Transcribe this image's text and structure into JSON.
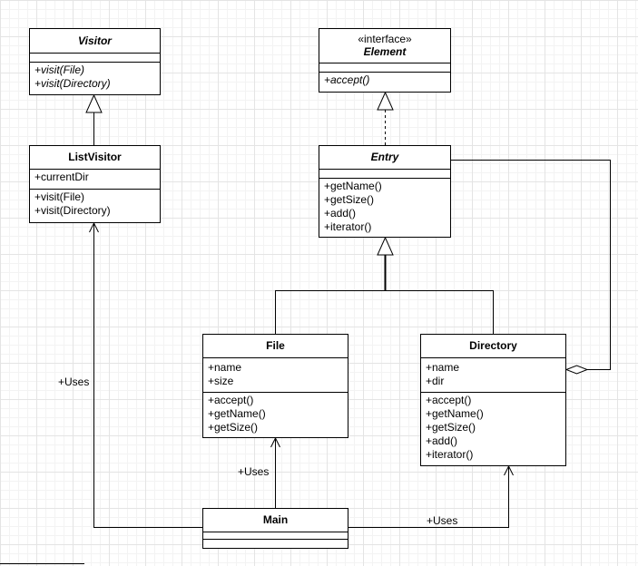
{
  "classes": {
    "visitor": {
      "name": "Visitor",
      "methods": [
        "+visit(File)",
        "+visit(Directory)"
      ]
    },
    "element": {
      "stereotype": "«interface»",
      "name": "Element",
      "methods": [
        "+accept()"
      ]
    },
    "list_visitor": {
      "name": "ListVisitor",
      "attributes": [
        "+currentDir"
      ],
      "methods": [
        "+visit(File)",
        "+visit(Directory)"
      ]
    },
    "entry": {
      "name": "Entry",
      "methods": [
        "+getName()",
        "+getSize()",
        "+add()",
        "+iterator()"
      ]
    },
    "file": {
      "name": "File",
      "attributes": [
        "+name",
        "+size"
      ],
      "methods": [
        "+accept()",
        "+getName()",
        "+getSize()"
      ]
    },
    "directory": {
      "name": "Directory",
      "attributes": [
        "+name",
        "+dir"
      ],
      "methods": [
        "+accept()",
        "+getName()",
        "+getSize()",
        "+add()",
        "+iterator()"
      ]
    },
    "main": {
      "name": "Main"
    }
  },
  "relations": {
    "main_listvisitor": "+Uses",
    "main_file": "+Uses",
    "main_directory": "+Uses"
  }
}
